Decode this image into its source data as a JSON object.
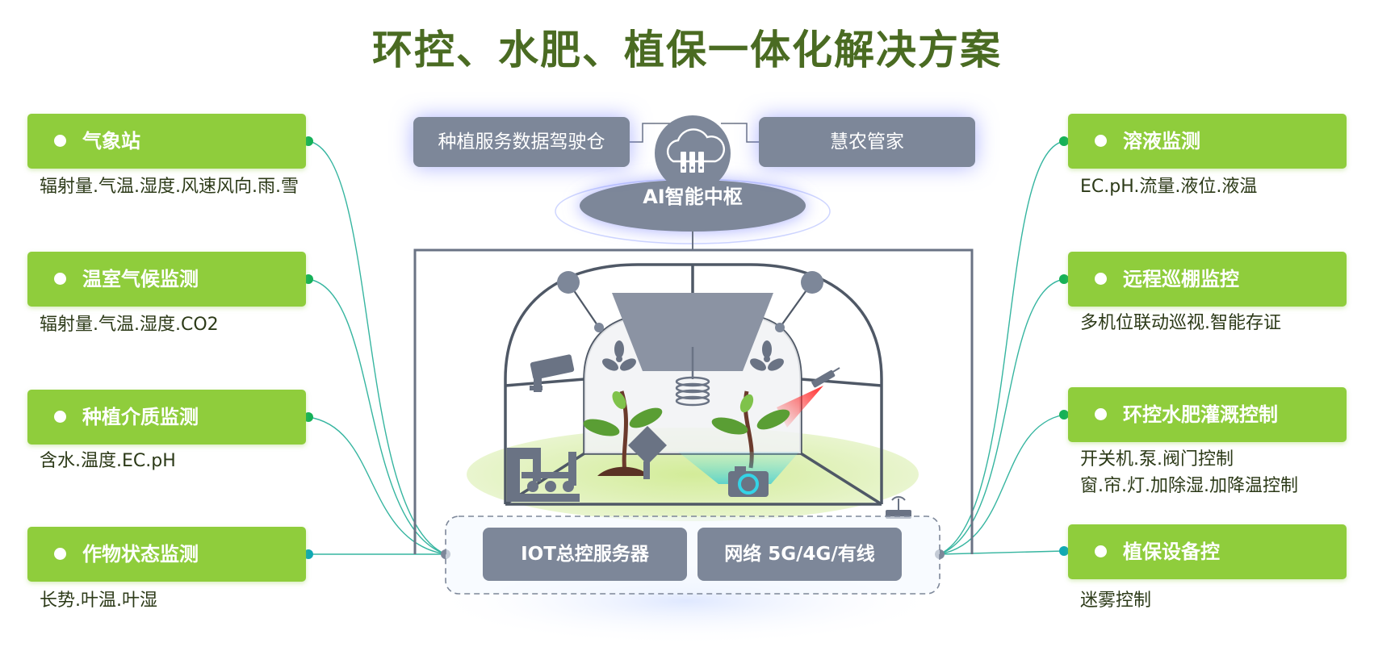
{
  "title": "环控、水肥、植保一体化解决方案",
  "left_panels": [
    {
      "label": "气象站",
      "desc": [
        "辐射量.气温.湿度.风速风向.雨.雪"
      ]
    },
    {
      "label": "温室气候监测",
      "desc": [
        "辐射量.气温.湿度.CO2"
      ]
    },
    {
      "label": "种植介质监测",
      "desc": [
        "含水.温度.EC.pH"
      ]
    },
    {
      "label": "作物状态监测",
      "desc": [
        "长势.叶温.叶湿"
      ]
    }
  ],
  "right_panels": [
    {
      "label": "溶液监测",
      "desc": [
        "EC.pH.流量.液位.液温"
      ]
    },
    {
      "label": "远程巡棚监控",
      "desc": [
        "多机位联动巡视.智能存证"
      ]
    },
    {
      "label": "环控水肥灌溉控制",
      "desc": [
        "开关机.泵.阀门控制",
        "窗.帘.灯.加除湿.加降温控制"
      ]
    },
    {
      "label": "植保设备控",
      "desc": [
        "迷雾控制"
      ]
    }
  ],
  "top": {
    "left_pill": "种植服务数据驾驶仓",
    "right_pill": "慧农管家",
    "hub": "AI智能中枢"
  },
  "bottom": {
    "server": "IOT总控服务器",
    "network": "网络 5G/4G/有线"
  },
  "colors": {
    "title": "#4a6b22",
    "tag_green": "#8fcd3c",
    "pill_gray": "#7d8799",
    "connector_line": "#36b5a0",
    "connector_dot_left": "#16b158",
    "connector_dot_right": "#10a9b4"
  }
}
